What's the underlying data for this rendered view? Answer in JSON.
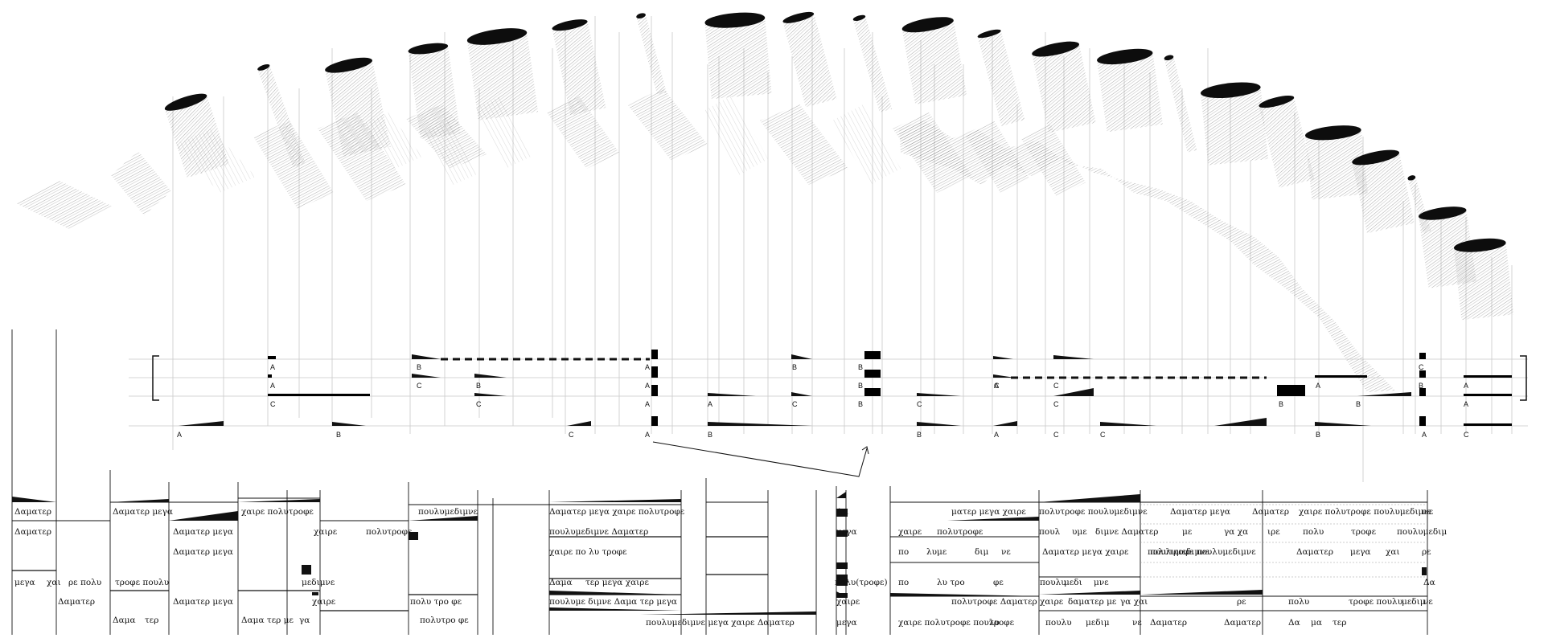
{
  "colors": {
    "ink": "#111111",
    "guide": "#c8c8c8",
    "hatch": "#6a6a6a",
    "paper": "#ffffff"
  },
  "notation": {
    "markers": [
      {
        "row": 0,
        "text": "A"
      },
      {
        "row": 1,
        "text": "A"
      },
      {
        "row": 2,
        "text": "C"
      },
      {
        "row": 0,
        "text": "B"
      },
      {
        "row": 1,
        "text": "C"
      },
      {
        "row": 1,
        "text": "B"
      },
      {
        "row": 2,
        "text": "C"
      },
      {
        "row": 0,
        "text": "A"
      },
      {
        "row": 1,
        "text": "A"
      },
      {
        "row": 2,
        "text": "A"
      },
      {
        "row": 3,
        "text": "A"
      },
      {
        "row": 3,
        "text": "A"
      },
      {
        "row": 3,
        "text": "B"
      },
      {
        "row": 3,
        "text": "C"
      },
      {
        "row": 2,
        "text": "A"
      },
      {
        "row": 3,
        "text": "B"
      },
      {
        "row": 0,
        "text": "B"
      },
      {
        "row": 2,
        "text": "C"
      },
      {
        "row": 0,
        "text": "B"
      },
      {
        "row": 1,
        "text": "B"
      },
      {
        "row": 2,
        "text": "B"
      },
      {
        "row": 2,
        "text": "C"
      },
      {
        "row": 3,
        "text": "B"
      },
      {
        "row": 1,
        "text": "A"
      },
      {
        "row": 1,
        "text": "C"
      },
      {
        "row": 3,
        "text": "A"
      },
      {
        "row": 1,
        "text": "C"
      },
      {
        "row": 2,
        "text": "C"
      },
      {
        "row": 3,
        "text": "C"
      },
      {
        "row": 3,
        "text": "C"
      },
      {
        "row": 2,
        "text": "B"
      },
      {
        "row": 1,
        "text": "A"
      },
      {
        "row": 2,
        "text": "B"
      },
      {
        "row": 3,
        "text": "B"
      },
      {
        "row": 0,
        "text": "C"
      },
      {
        "row": 1,
        "text": "B"
      },
      {
        "row": 3,
        "text": "A"
      },
      {
        "row": 1,
        "text": "A"
      },
      {
        "row": 2,
        "text": "A"
      },
      {
        "row": 3,
        "text": "C"
      }
    ]
  },
  "syllables": [
    "Δαματερ",
    "Δαματερ",
    "Δαματερ μεγα",
    "μεγα",
    "χαι",
    "ρε πολυ",
    "τροφε πουλυ",
    "Δαματερ",
    "Δαμα",
    "τερ",
    "Δαματερ μεγα",
    "Δαματερ μεγα",
    "Δαματερ μεγα",
    "χαιρε πολυτροφε",
    "χαιρε",
    "πολυτροφε",
    "μεδιμνε",
    "χαιρε",
    "Δαμα τερ με",
    "γα",
    "πουλυμεδιμνε",
    "πολυ τρο φε",
    "πολυτρο φε",
    "Δαματερ μεγα χαιρε πολυτροφε",
    "πουλυμεδιμνε Δαματερ",
    "χαιρε πο λυ τροφε",
    "Δαμα",
    "τερ μεγα χαιρε",
    "πουλυμε διμνε Δαμα τερ μεγα",
    "πουλυμεδιμνε μεγα χαιρε Δαματερ",
    "Δα",
    "μεγα",
    "πολυ(τροφε)",
    "χαιρε",
    "μεγα",
    "ματερ μεγα χαιρε",
    "πολυτροφε πουλυμεδιμνε",
    "χαιρε",
    "πολυτροφε",
    "πουλ",
    "υμε",
    "διμνε Δαματερ",
    "πο",
    "λυμε",
    "διμ",
    "νε",
    "Δαματερ μεγα χαιρε",
    "πουλυμεδιμνε",
    "πο",
    "λυ τρο",
    "φε",
    "πουλυ",
    "μεδι",
    "μνε",
    "πολυτροφε Δαματερ",
    "χαιρε",
    "δαματερ με",
    "γα χαι",
    "χαιρε πολυτροφε πουλυ",
    "τροφε",
    "πουλυ",
    "μεδιμ",
    "νε",
    "Δαματερ μεγα",
    "Δαματερ",
    "χαιρε πολυτροφε πουλυμεδιμνε",
    "με",
    "γα χα",
    "ιρε",
    "πολυ",
    "τροφε",
    "πουλυμεδιμ",
    "πολυτροφε πουλυμεδιμνε",
    "Δαματερ",
    "μεγα",
    "χαι",
    "ρε",
    "πολυ",
    "τροφε πουλυ",
    "μεδιμ",
    "Δαματερ",
    "Δαματερ",
    "Δα",
    "μα",
    "τερ",
    "νε",
    "ρε",
    "Δα",
    "νε"
  ]
}
